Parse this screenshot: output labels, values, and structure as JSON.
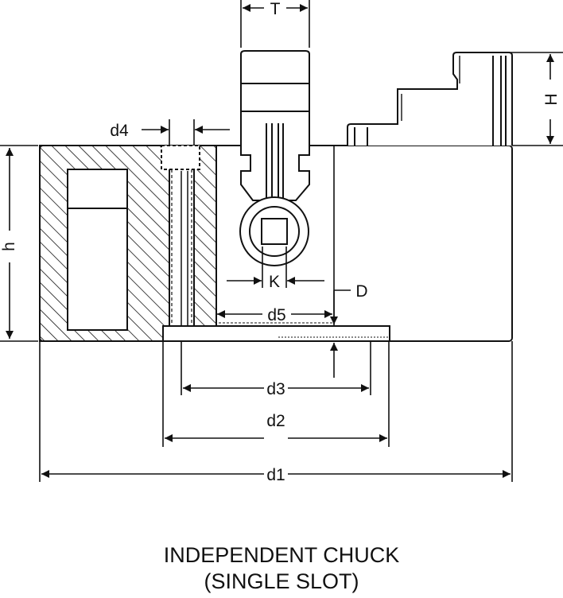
{
  "labels": {
    "T": "T",
    "H": "H",
    "d4": "d4",
    "h": "h",
    "K": "K",
    "D": "D",
    "d5": "d5",
    "d3": "d3",
    "d2": "d2",
    "d1": "d1"
  },
  "caption": {
    "line1": "INDEPENDENT CHUCK",
    "line2": "(SINGLE SLOT)"
  }
}
